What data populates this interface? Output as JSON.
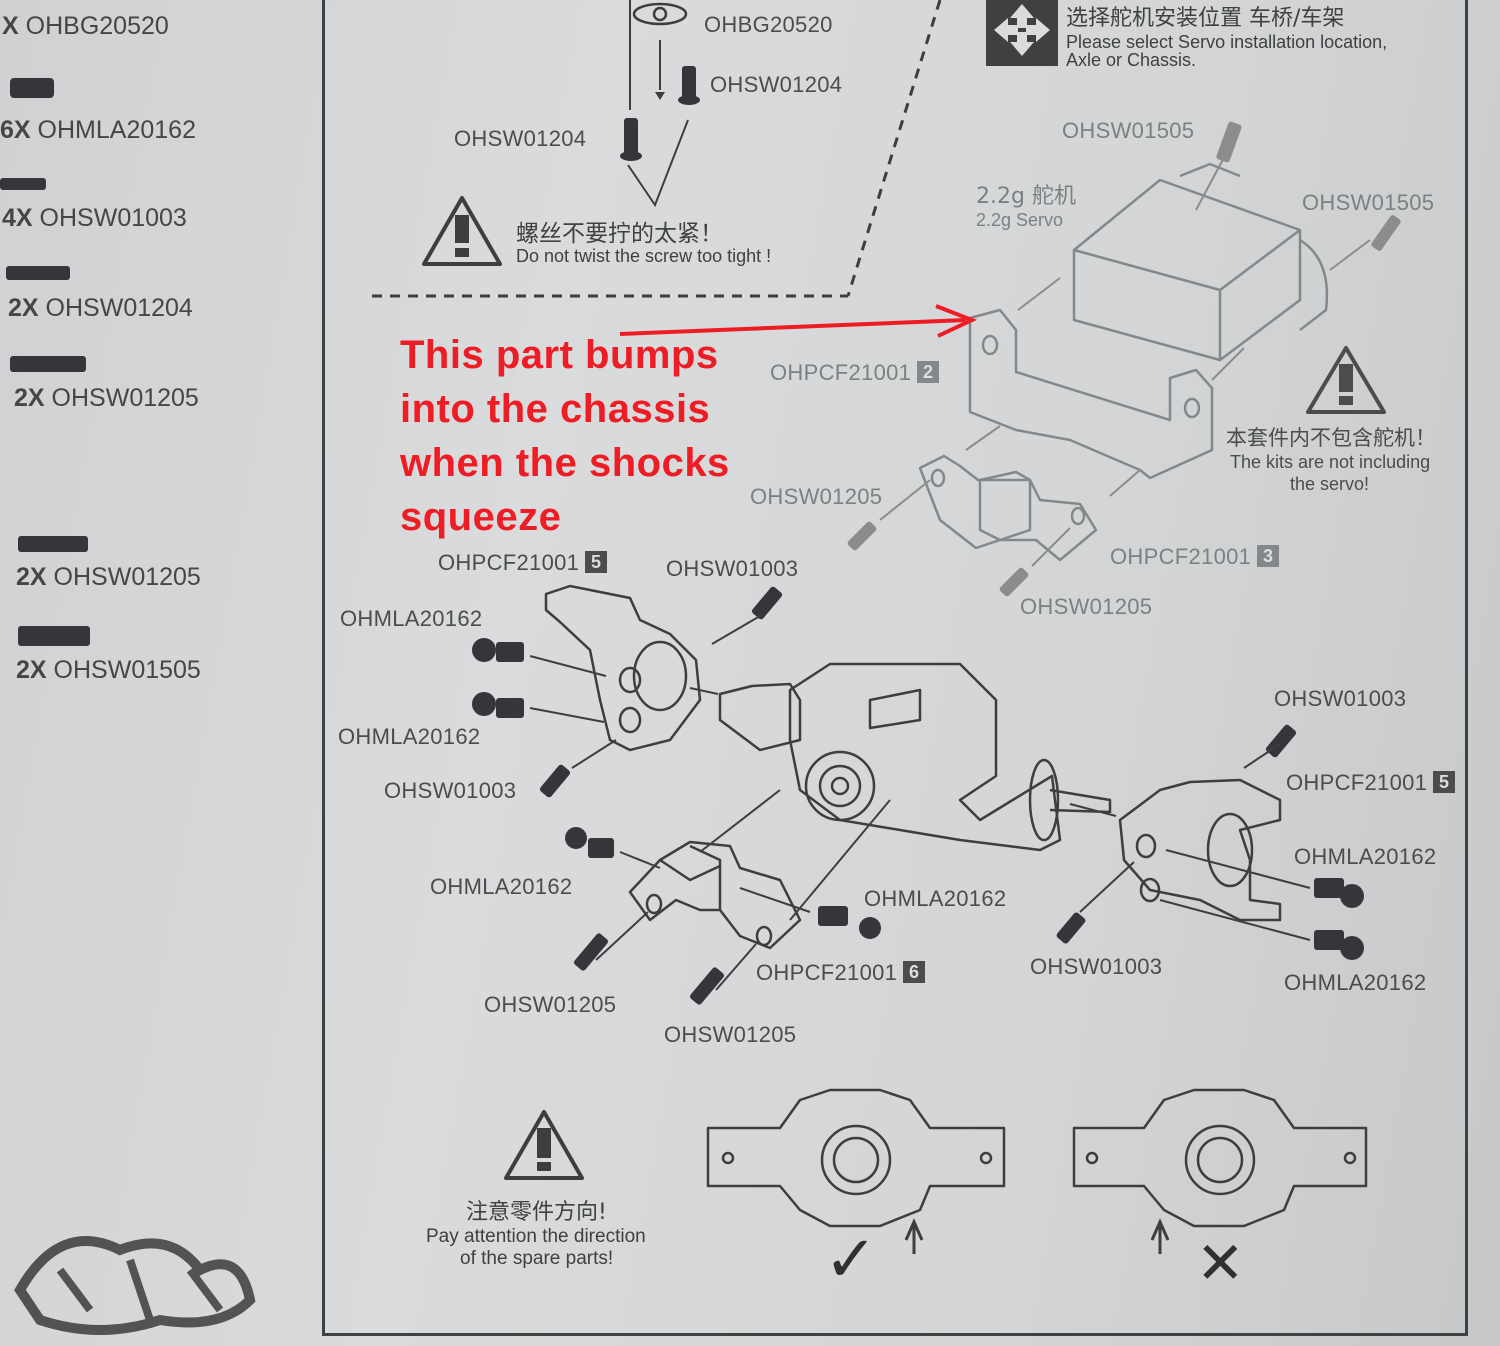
{
  "parts_list": [
    {
      "qty": "X",
      "code": "OHBG20520"
    },
    {
      "qty": "6X",
      "code": "OHMLA20162"
    },
    {
      "qty": "4X",
      "code": "OHSW01003"
    },
    {
      "qty": "2X",
      "code": "OHSW01204"
    },
    {
      "qty": "2X",
      "code": "OHSW01205"
    },
    {
      "qty": "2X",
      "code": "OHSW01205"
    },
    {
      "qty": "2X",
      "code": "OHSW01505"
    }
  ],
  "top_section": {
    "bearing_label": "OHBG20520",
    "screw_label_right": "OHSW01204",
    "screw_label_left": "OHSW01204",
    "warning_cn": "螺丝不要拧的太紧！",
    "warning_en": "Do not twist the screw too tight !"
  },
  "servo_section": {
    "title_cn": "选择舵机安装位置 车桥/车架",
    "title_en_1": "Please select Servo installation location,",
    "title_en_2": "Axle or Chassis.",
    "servo_cn": "2.2g 舵机",
    "servo_en": "2.2g Servo",
    "labels": {
      "screw_top": "OHSW01505",
      "screw_right": "OHSW01505",
      "mount_part": "OHPCF21001",
      "mount_part_num": "2",
      "screw_left": "OHSW01205",
      "link_part": "OHPCF21001",
      "link_part_num": "3",
      "screw_bottom": "OHSW01205"
    },
    "note_cn": "本套件内不包含舵机！",
    "note_en_1": "The kits are not including",
    "note_en_2": "the servo!"
  },
  "annotation": {
    "lines": [
      "This part bumps",
      "into the chassis",
      "when the shocks",
      "squeeze"
    ],
    "color": "#ee1c24"
  },
  "axle_section": {
    "left_knuckle": "OHPCF21001",
    "left_knuckle_num": "5",
    "left_screw_top": "OHSW01003",
    "left_ball_1": "OHMLA20162",
    "left_ball_2": "OHMLA20162",
    "left_screw_bottom": "OHSW01003",
    "right_screw_top": "OHSW01003",
    "right_knuckle": "OHPCF21001",
    "right_knuckle_num": "5",
    "right_ball_1": "OHMLA20162",
    "right_screw_bottom": "OHSW01003",
    "right_ball_2": "OHMLA20162",
    "mid_ball_left": "OHMLA20162",
    "mid_ball_right": "OHMLA20162",
    "mid_mount": "OHPCF21001",
    "mid_mount_num": "6",
    "mid_screw_1": "OHSW01205",
    "mid_screw_2": "OHSW01205"
  },
  "bottom_section": {
    "warning_cn": "注意零件方向!",
    "warning_en_1": "Pay attention the direction",
    "warning_en_2": "of the spare parts!",
    "correct_mark": "✓",
    "wrong_mark": "✕"
  }
}
